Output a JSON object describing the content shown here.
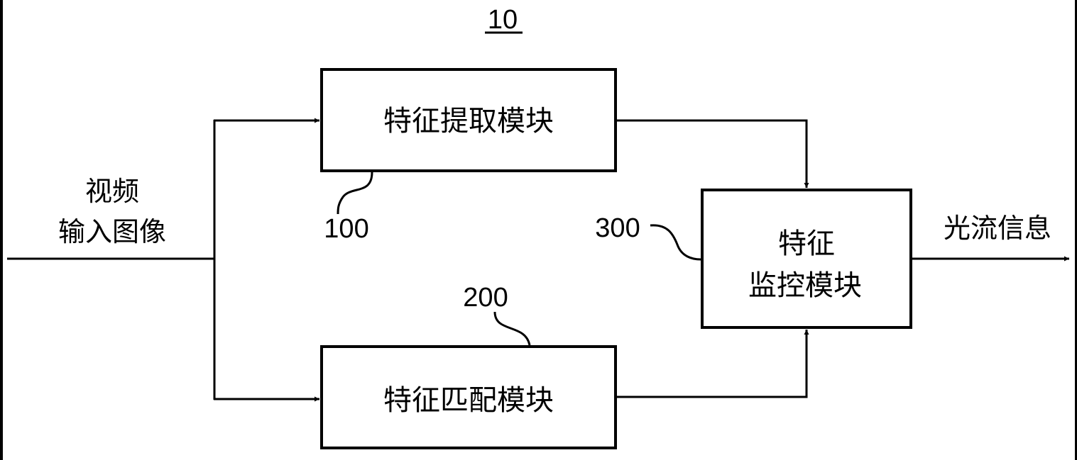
{
  "figure": {
    "label": "10",
    "colors": {
      "line": "#000000",
      "background": "#ffffff"
    }
  },
  "input": {
    "label_line1": "视频",
    "label_line2": "输入图像"
  },
  "output": {
    "label": "光流信息"
  },
  "modules": [
    {
      "id": "100",
      "ref": "100",
      "name": "特征提取模块"
    },
    {
      "id": "200",
      "ref": "200",
      "name": "特征匹配模块"
    },
    {
      "id": "300",
      "ref": "300",
      "name_line1": "特征",
      "name_line2": "监控模块"
    }
  ],
  "connections": [
    {
      "from": "input",
      "to": "100"
    },
    {
      "from": "input",
      "to": "200"
    },
    {
      "from": "100",
      "to": "300"
    },
    {
      "from": "200",
      "to": "300"
    },
    {
      "from": "300",
      "to": "output"
    }
  ]
}
